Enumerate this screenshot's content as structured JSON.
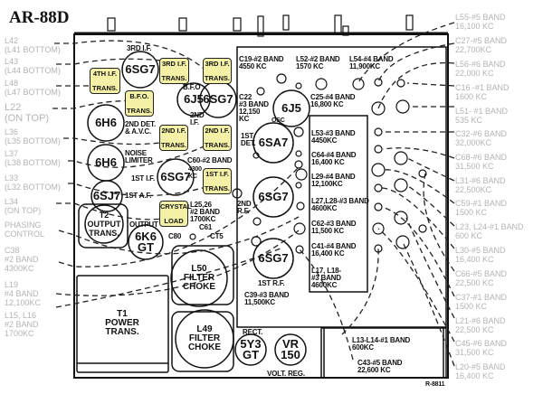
{
  "title": "AR-88D",
  "drawing_number": "R-8811",
  "colors": {
    "transformer_fill": "#f4f1a6",
    "callout_text": "#b4b4b4",
    "ink": "#111111"
  },
  "left_callouts": [
    {
      "ref": "L42",
      "note": "(L41 BOTTOM)"
    },
    {
      "ref": "L43",
      "note": "(L44 BOTTOM)"
    },
    {
      "ref": "L48",
      "note": "(L47 BOTTOM)"
    },
    {
      "ref": "L22",
      "note": "(ON TOP)"
    },
    {
      "ref": "L36",
      "note": "(L35 BOTTOM)"
    },
    {
      "ref": "L37",
      "note": "(L38 BOTTOM)"
    },
    {
      "ref": "L33",
      "note": "(L32 BOTTOM)"
    },
    {
      "ref": "L34",
      "note": "(ON TOP)"
    },
    {
      "ref": "PHASING",
      "note": "CONTROL"
    },
    {
      "ref": "C38",
      "note": "#2 BAND\n4300KC"
    },
    {
      "ref": "L19",
      "note": "#4 BAND\n12,100KC"
    },
    {
      "ref": "L15, L16",
      "note": "#2 BAND\n1700KC"
    }
  ],
  "right_callouts": [
    {
      "ref": "L55-#5 BAND",
      "freq": "16,100 KC"
    },
    {
      "ref": "C27-#5 BAND",
      "freq": "22,700KC"
    },
    {
      "ref": "L56-#6 BAND",
      "freq": "22,000 KC"
    },
    {
      "ref": "C16 -#1 BAND",
      "freq": "1600 KC"
    },
    {
      "ref": "L51- #1 BAND",
      "freq": "535 KC"
    },
    {
      "ref": "C32-#6 BAND",
      "freq": "32,000KC"
    },
    {
      "ref": "C68-#6 BAND",
      "freq": "31,500 KC"
    },
    {
      "ref": "L31-#6 BAND",
      "freq": "22,500KC"
    },
    {
      "ref": "C59-#1 BAND",
      "freq": "1500 KC"
    },
    {
      "ref": "L23, L24-#1 BAND",
      "freq": "600 KC"
    },
    {
      "ref": "L30-#5 BAND",
      "freq": "16,400 KC"
    },
    {
      "ref": "C66-#5 BAND",
      "freq": "22,500 KC"
    },
    {
      "ref": "C37-#1 BAND",
      "freq": "1500 KC"
    },
    {
      "ref": "L21-#6 BAND",
      "freq": "22,500 KC"
    },
    {
      "ref": "C45-#6 BAND",
      "freq": "31,500 KC"
    },
    {
      "ref": "L20-#5 BAND",
      "freq": "16,400 KC"
    }
  ],
  "tubes": {
    "if3": "6SG7",
    "bfo": "6J5",
    "if2": "6SG7",
    "det": "6H6",
    "nl": "6H6",
    "if1": "6SG7",
    "af1": "6SJ7",
    "out": "6K6\nGT",
    "osc": "6J5",
    "mix": "6SA7",
    "rf2": "6SG7",
    "rf1": "6SG7",
    "rect": "5Y3\nGT",
    "vr": "VR\n150"
  },
  "transformers": {
    "if4": "4TH I.F.\n\nTRANS.",
    "if3a": "3RD I.F.\n\nTRANS.",
    "if3b": "3RD I.F.\n\nTRANS.",
    "bfo": "B.F.O.\n\nTRANS.",
    "if2a": "2ND I.F.\n\nTRANS.",
    "if2b": "2ND I.F.\n\nTRANS.",
    "if1": "1ST I.F.\n\nTRANS.",
    "xtal": "CRYSTAL\n\nLOAD"
  },
  "components": {
    "t2": "T2\nOUTPUT\nTRANS.",
    "t1": "T1\nPOWER\nTRANS.",
    "l50": "L50\nFILTER\nCHOKE",
    "l49": "L49\nFILTER\nCHOKE"
  },
  "labels": {
    "if3": "3RD I.F.",
    "bfo": "B.F.O",
    "if2": "2ND\nI.F.",
    "det2": "2ND DET.\n& A.V.C.",
    "nl": "NOISE\nLIMITER",
    "if1": "1ST I.F.",
    "af1": "1ST A.F.",
    "output": "OUTPUT",
    "det1": "1ST\nDET.",
    "osc": "OSC",
    "rf2": "2ND\nR.F.",
    "rf1": "1ST R.F.",
    "rect": "RECT.",
    "volt": "VOLT. REG.",
    "c19": "C19-#2 BAND\n4550 KC",
    "l52": "L52-#2 BAND\n1570 KC",
    "l54": "L54-#4 BAND\n11,900KC",
    "c25": "C25-#4 BAND\n16,800 KC",
    "c22": "C22\n#3 BAND\n12,150\nKC",
    "l53": "L53-#3 BAND\n4450KC",
    "c64": "C64-#4 BAND\n16,400 KC",
    "l29": "L29-#4 BAND\n12,100KC",
    "l27": "L27,L28-#3 BAND\n4600KC",
    "c62": "C62-#3 BAND\n11,500 KC",
    "c41": "C41-#4 BAND\n16,400 KC",
    "l17": "L17, L18-\n#3 BAND\n4600KC",
    "c60": "C60-#2 BAND",
    "c60f": "4300\nKC",
    "l25": "L25,26\n#2 BAND\n1700KC",
    "c61": "C61",
    "c80": "C80",
    "ct5": "CT5",
    "c39": "C39-#3 BAND\n11,500KC",
    "l13": "L13-L14-#1 BAND\n600KC",
    "c43": "C43-#5 BAND\n22,600 KC"
  }
}
